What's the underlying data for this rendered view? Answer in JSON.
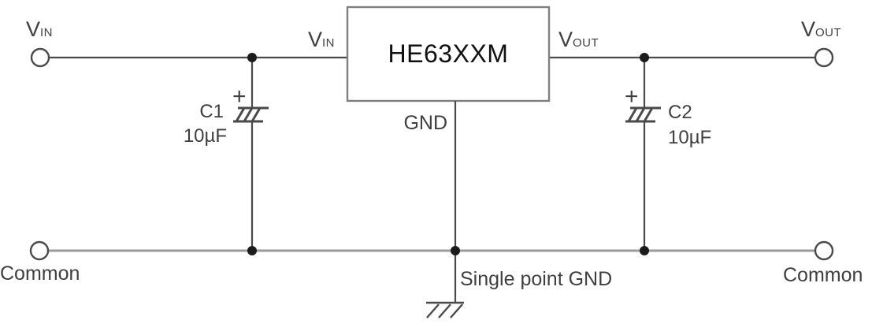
{
  "diagram": {
    "device": {
      "title": "HE63XXM"
    },
    "pins": {
      "vin": {
        "main": "V",
        "sub": "IN"
      },
      "vout": {
        "main": "V",
        "sub": "OUT"
      },
      "gnd": "GND"
    },
    "terminals": {
      "vin": {
        "main": "V",
        "sub": "IN"
      },
      "vout": {
        "main": "V",
        "sub": "OUT"
      },
      "common_left": "Common",
      "common_right": "Common"
    },
    "components": {
      "c1": {
        "ref": "C1",
        "value": "10µF",
        "polarity_mark": "+"
      },
      "c2": {
        "ref": "C2",
        "value": "10µF",
        "polarity_mark": "+"
      }
    },
    "annotations": {
      "ground": "Single point GND"
    },
    "colors": {
      "wire": "#4a4a4a",
      "rail": "#9b9b9b",
      "box_border": "#7f7f7f",
      "junction": "#1b1b1b",
      "label_text": "#3f3f3f",
      "title_text": "#111111",
      "background": "#ffffff"
    }
  }
}
